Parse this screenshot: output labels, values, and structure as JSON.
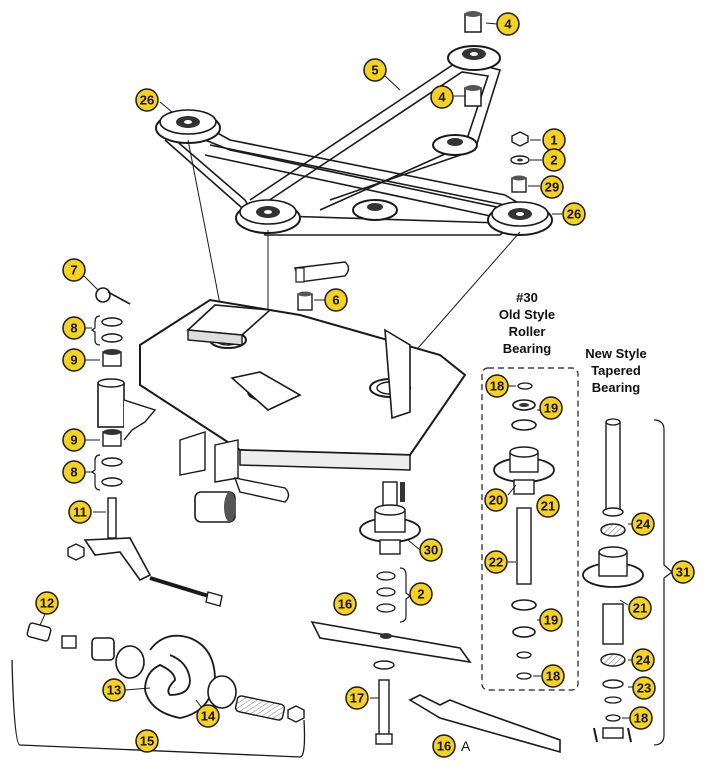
{
  "headings": {
    "old_style": [
      "#30",
      "Old Style",
      "Roller",
      "Bearing"
    ],
    "new_style": [
      "New Style",
      "Tapered",
      "Bearing"
    ]
  },
  "callouts": [
    "4",
    "5",
    "4",
    "26",
    "1",
    "2",
    "29",
    "26",
    "7",
    "6",
    "8",
    "9",
    "9",
    "8",
    "11",
    "18",
    "19",
    "20",
    "21",
    "30",
    "22",
    "2",
    "16",
    "19",
    "18",
    "24",
    "21",
    "31",
    "24",
    "23",
    "18",
    "12",
    "13",
    "14",
    "15",
    "17",
    "16",
    "A"
  ],
  "colors": {
    "callout_fill": "#f6d21c",
    "callout_stroke": "#1a1a1a",
    "line": "#1a1a1a",
    "part_fill": "#ffffff",
    "shade": "#d9d9d9"
  }
}
